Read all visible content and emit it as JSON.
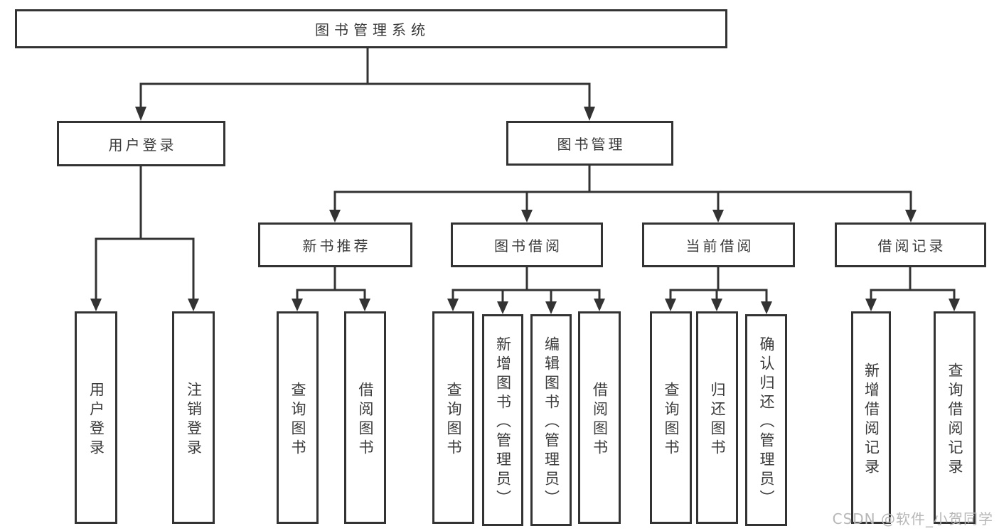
{
  "diagram": {
    "kind": "hierarchy-structure-diagram",
    "watermark": "CSDN @软件_小贺同学",
    "colors": {
      "background": "#ffffff",
      "line": "#333333",
      "text": "#3a3a3a",
      "watermark": "#b7b7b7"
    },
    "tree": {
      "root": {
        "label": "图书管理系统",
        "children": [
          {
            "label": "用户登录",
            "children": [
              {
                "label": "用户登录"
              },
              {
                "label": "注销登录"
              }
            ]
          },
          {
            "label": "图书管理",
            "children": [
              {
                "label": "新书推荐",
                "children": [
                  {
                    "label": "查询图书"
                  },
                  {
                    "label": "借阅图书"
                  }
                ]
              },
              {
                "label": "图书借阅",
                "children": [
                  {
                    "label": "查询图书"
                  },
                  {
                    "label": "新增图书（管理员）"
                  },
                  {
                    "label": "编辑图书（管理员）"
                  },
                  {
                    "label": "借阅图书"
                  }
                ]
              },
              {
                "label": "当前借阅",
                "children": [
                  {
                    "label": "查询图书"
                  },
                  {
                    "label": "归还图书"
                  },
                  {
                    "label": "确认归还（管理员）"
                  }
                ]
              },
              {
                "label": "借阅记录",
                "children": [
                  {
                    "label": "新增借阅记录"
                  },
                  {
                    "label": "查询借阅记录"
                  }
                ]
              }
            ]
          }
        ]
      }
    }
  }
}
